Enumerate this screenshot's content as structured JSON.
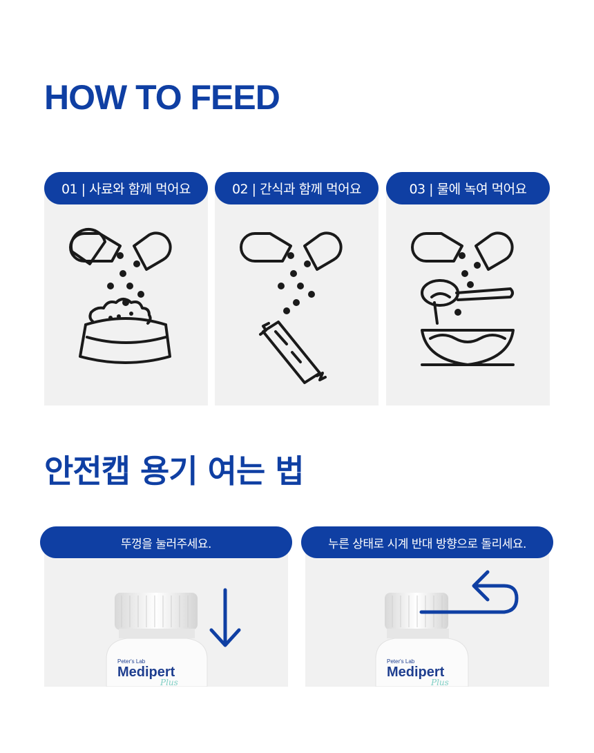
{
  "how_to_feed": {
    "title": "HOW TO FEED",
    "steps": [
      {
        "label": "01 | 사료와 함께 먹어요",
        "icon": "capsule-food-bowl-icon"
      },
      {
        "label": "02 | 간식과 함께 먹어요",
        "icon": "capsule-snack-stick-icon"
      },
      {
        "label": "03 | 물에 녹여 먹어요",
        "icon": "capsule-water-bowl-icon"
      }
    ]
  },
  "safety_cap": {
    "title": "안전캡 용기 여는 법",
    "steps": [
      {
        "label": "뚜껑을 눌러주세요.",
        "icon": "down-arrow-icon"
      },
      {
        "label": "누른 상태로 시계 반대 방향으로 돌리세요.",
        "icon": "counterclockwise-arrow-icon"
      }
    ],
    "bottle": {
      "brand": "Peter's Lab",
      "name": "Medipert",
      "sub": "Plus"
    }
  },
  "colors": {
    "accent": "#0f3fa3",
    "card": "#f1f1f1",
    "icon": "#1a1a1a",
    "mint": "#7fcfc4"
  }
}
